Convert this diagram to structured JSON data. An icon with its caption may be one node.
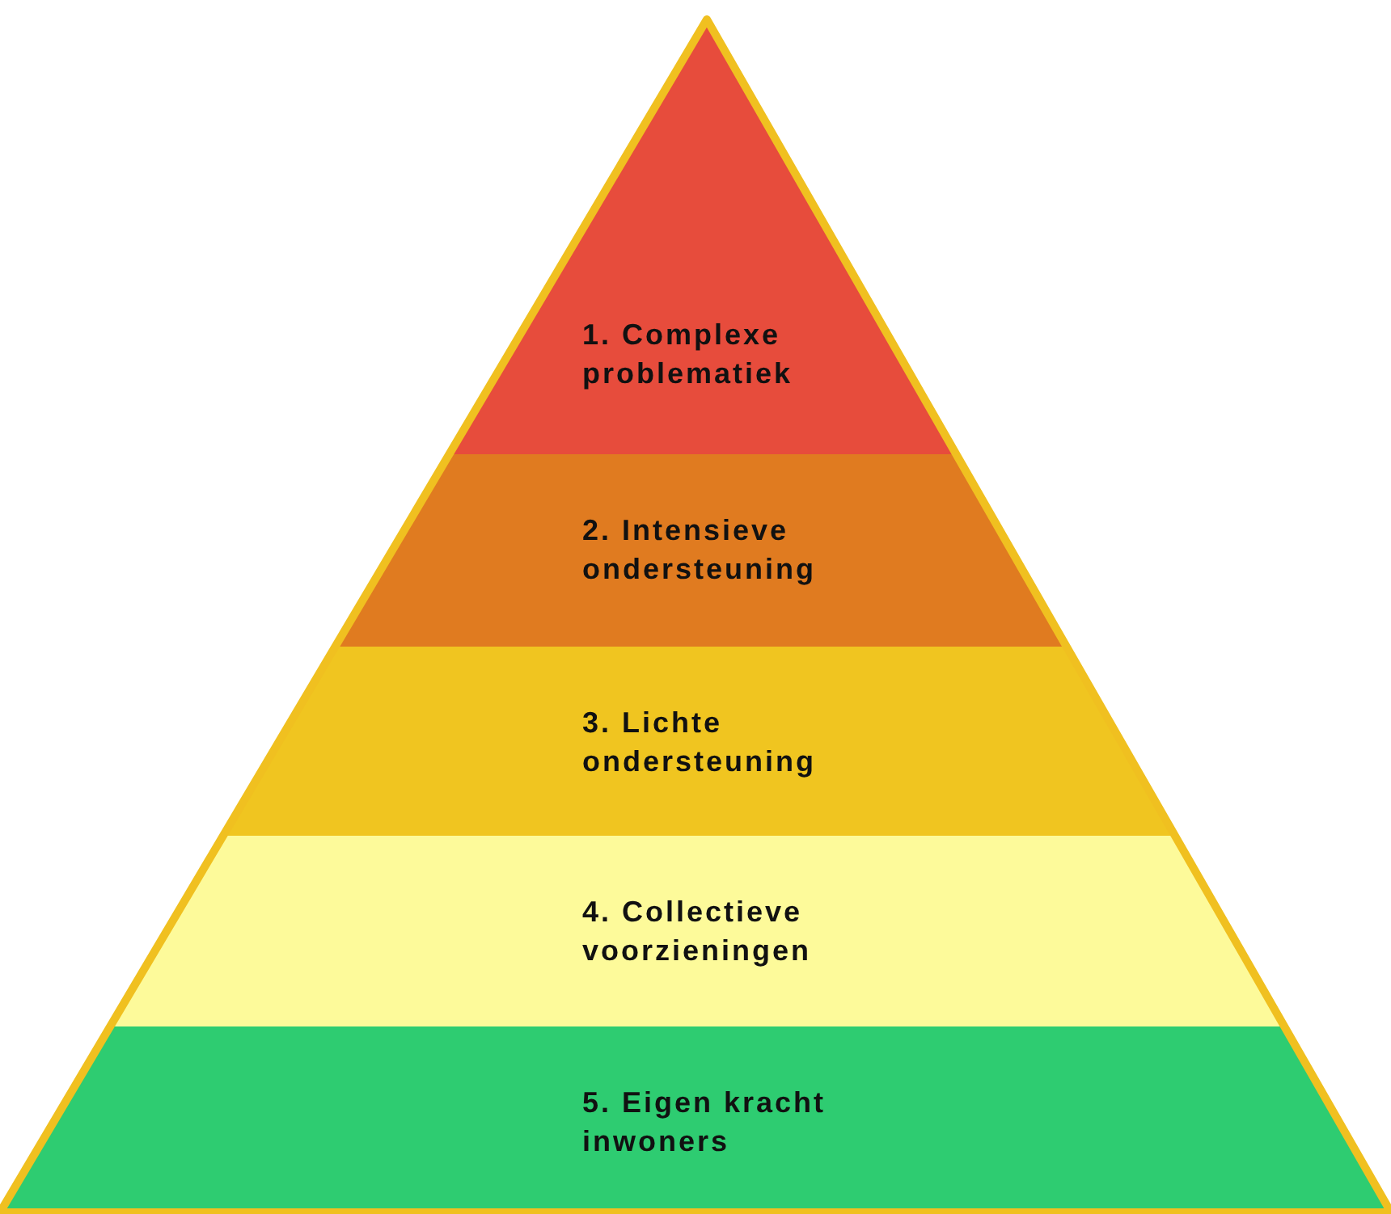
{
  "diagram": {
    "nodes": [
      {
        "text": [
          "1. Complexe problematiek"
        ]
      },
      {
        "text": [
          "2. Intensieve ondersteuning"
        ]
      },
      {
        "text": [
          "3. Lichte ondersteuning"
        ]
      },
      {
        "text": [
          "4. Collectieve voorzieningen"
        ]
      },
      {
        "text": [
          "5. Eigen kracht inwoners"
        ]
      }
    ]
  }
}
